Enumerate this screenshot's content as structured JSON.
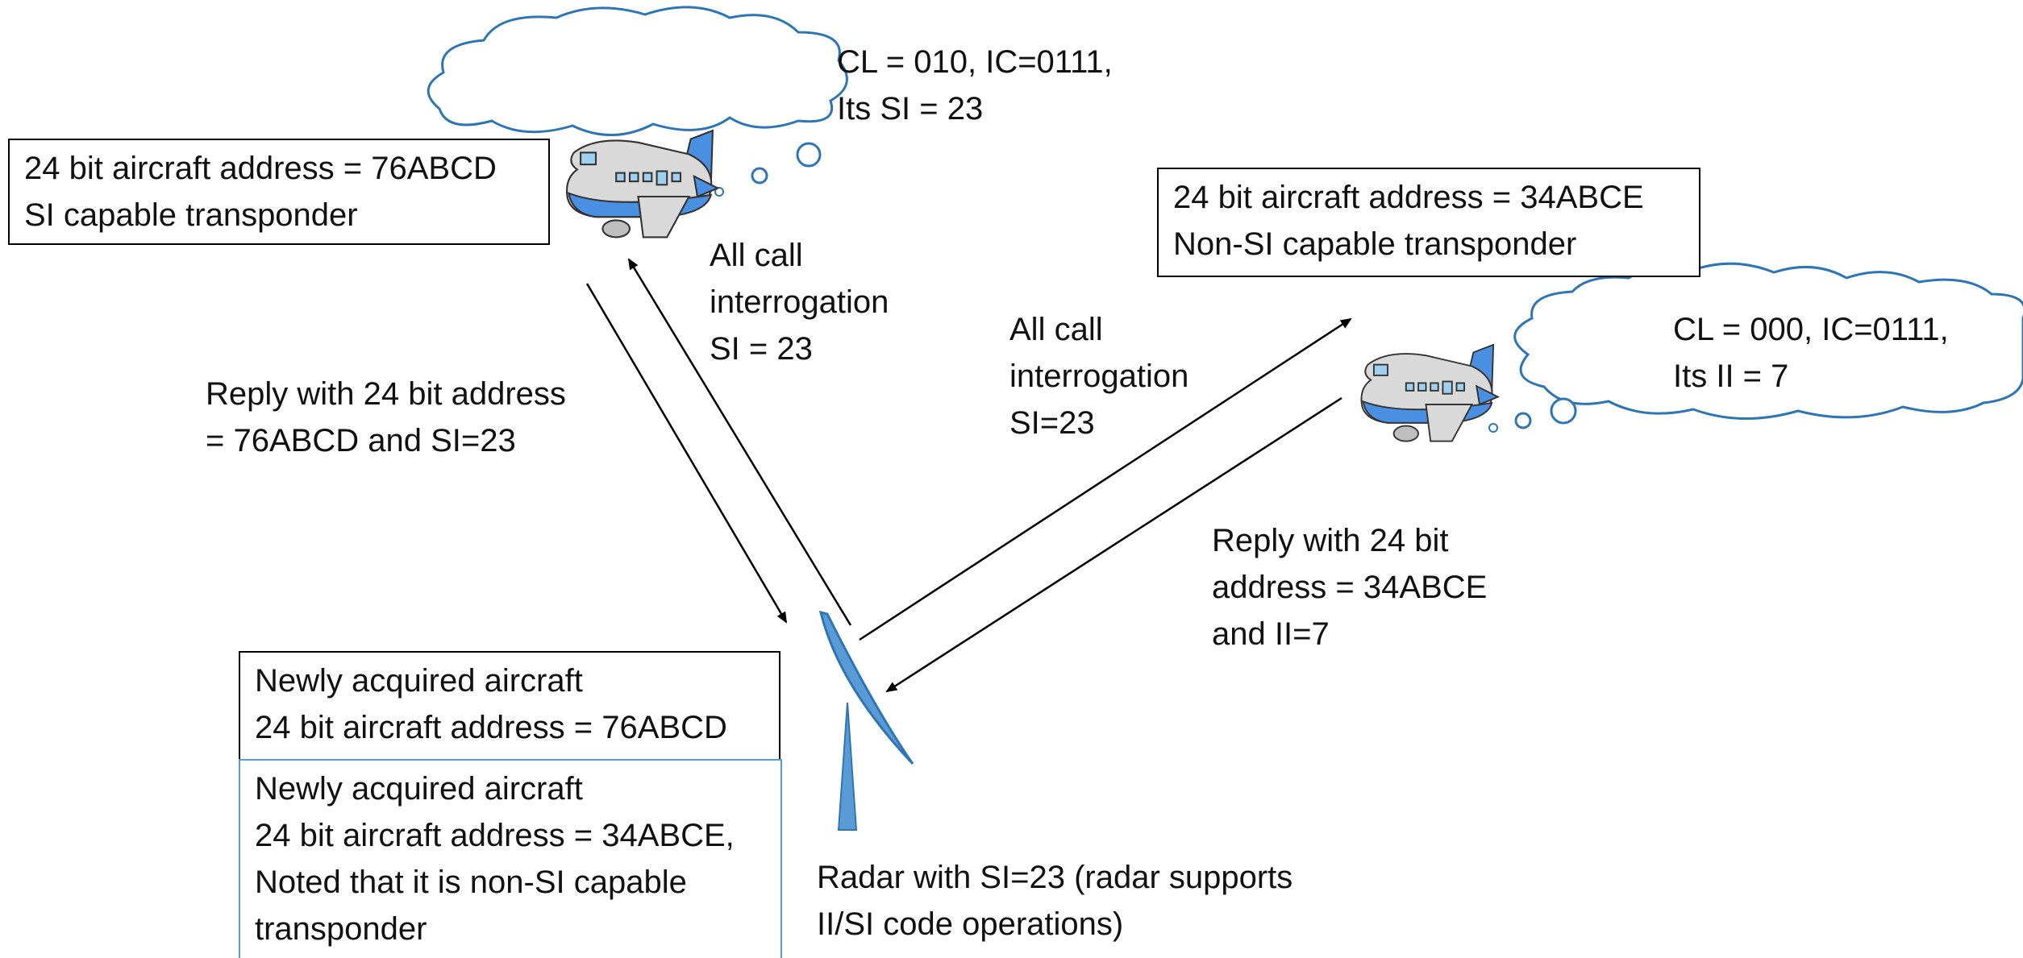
{
  "aircraft_1": {
    "info": "24 bit aircraft address = 76ABCD\nSI capable transponder",
    "thought": "CL = 010,  IC=0111,\nIts SI = 23"
  },
  "aircraft_2": {
    "info": "24 bit aircraft address = 34ABCE\nNon-SI capable transponder",
    "thought": "CL = 000,  IC=0111,\nIts II = 7"
  },
  "labels": {
    "interrogation_1": "All call\ninterrogation\nSI = 23",
    "interrogation_2": "All call\ninterrogation\nSI=23",
    "reply_1": "Reply with 24 bit address\n= 76ABCD and SI=23",
    "reply_2": "Reply with 24 bit\naddress = 34ABCE\nand II=7",
    "radar": "Radar with SI=23 (radar supports\nII/SI code operations)"
  },
  "radar_boxes": {
    "acquired_1": "Newly acquired aircraft\n24 bit aircraft address = 76ABCD",
    "acquired_2": "Newly acquired aircraft\n24 bit aircraft address = 34ABCE,\nNoted that it is non-SI capable\ntransponder"
  },
  "colors": {
    "arrow": "#000000",
    "cloud_stroke": "#2e75b6",
    "dish": "#5b9bd5",
    "plane_body": "#d9d9d9",
    "plane_accent": "#4a90e2"
  }
}
